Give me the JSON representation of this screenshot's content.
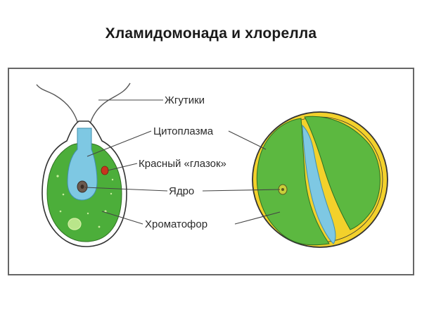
{
  "title": "Хламидомонада и хлорелла",
  "labels": {
    "flagella": "Жгутики",
    "cytoplasm": "Цитоплазма",
    "eyespot": "Красный «глазок»",
    "nucleus": "Ядро",
    "chromatophore": "Хроматофор"
  },
  "colors": {
    "chromatophore_green": "#4cae3a",
    "chlorella_green": "#5cb840",
    "cytoplasm_blue": "#7ec8e3",
    "cell_wall_yellow": "#f3d12b",
    "eyespot_red": "#c8351e",
    "frame": "#555555"
  }
}
